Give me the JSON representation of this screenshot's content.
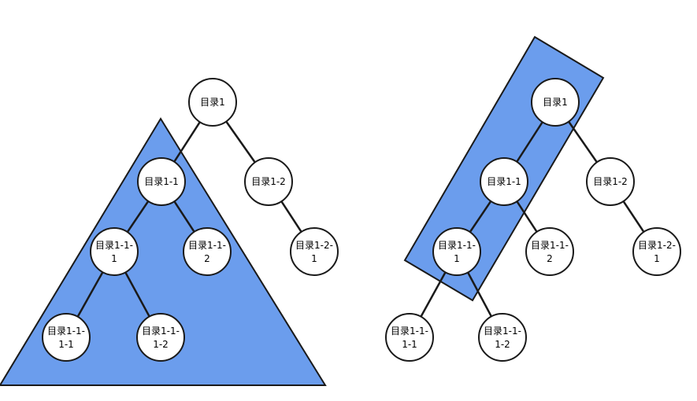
{
  "colors": {
    "highlight_fill": "#6b9ded",
    "outline": "#1a1a1a",
    "node_fill": "#ffffff",
    "edge": "#1a1a1a"
  },
  "left_tree": {
    "root": [
      "目录1"
    ],
    "n11": [
      "目录1-1"
    ],
    "n12": [
      "目录1-2"
    ],
    "n111": [
      "目录1-1-",
      "1"
    ],
    "n112": [
      "目录1-1-",
      "2"
    ],
    "n121": [
      "目录1-2-",
      "1"
    ],
    "n1111": [
      "目录1-1-",
      "1-1"
    ],
    "n1112": [
      "目录1-1-",
      "1-2"
    ]
  },
  "right_tree": {
    "root": [
      "目录1"
    ],
    "n11": [
      "目录1-1"
    ],
    "n12": [
      "目录1-2"
    ],
    "n111": [
      "目录1-1-",
      "1"
    ],
    "n112": [
      "目录1-1-",
      "2"
    ],
    "n121": [
      "目录1-2-",
      "1"
    ],
    "n1111": [
      "目录1-1-",
      "1-1"
    ],
    "n1112": [
      "目录1-1-",
      "1-2"
    ]
  }
}
